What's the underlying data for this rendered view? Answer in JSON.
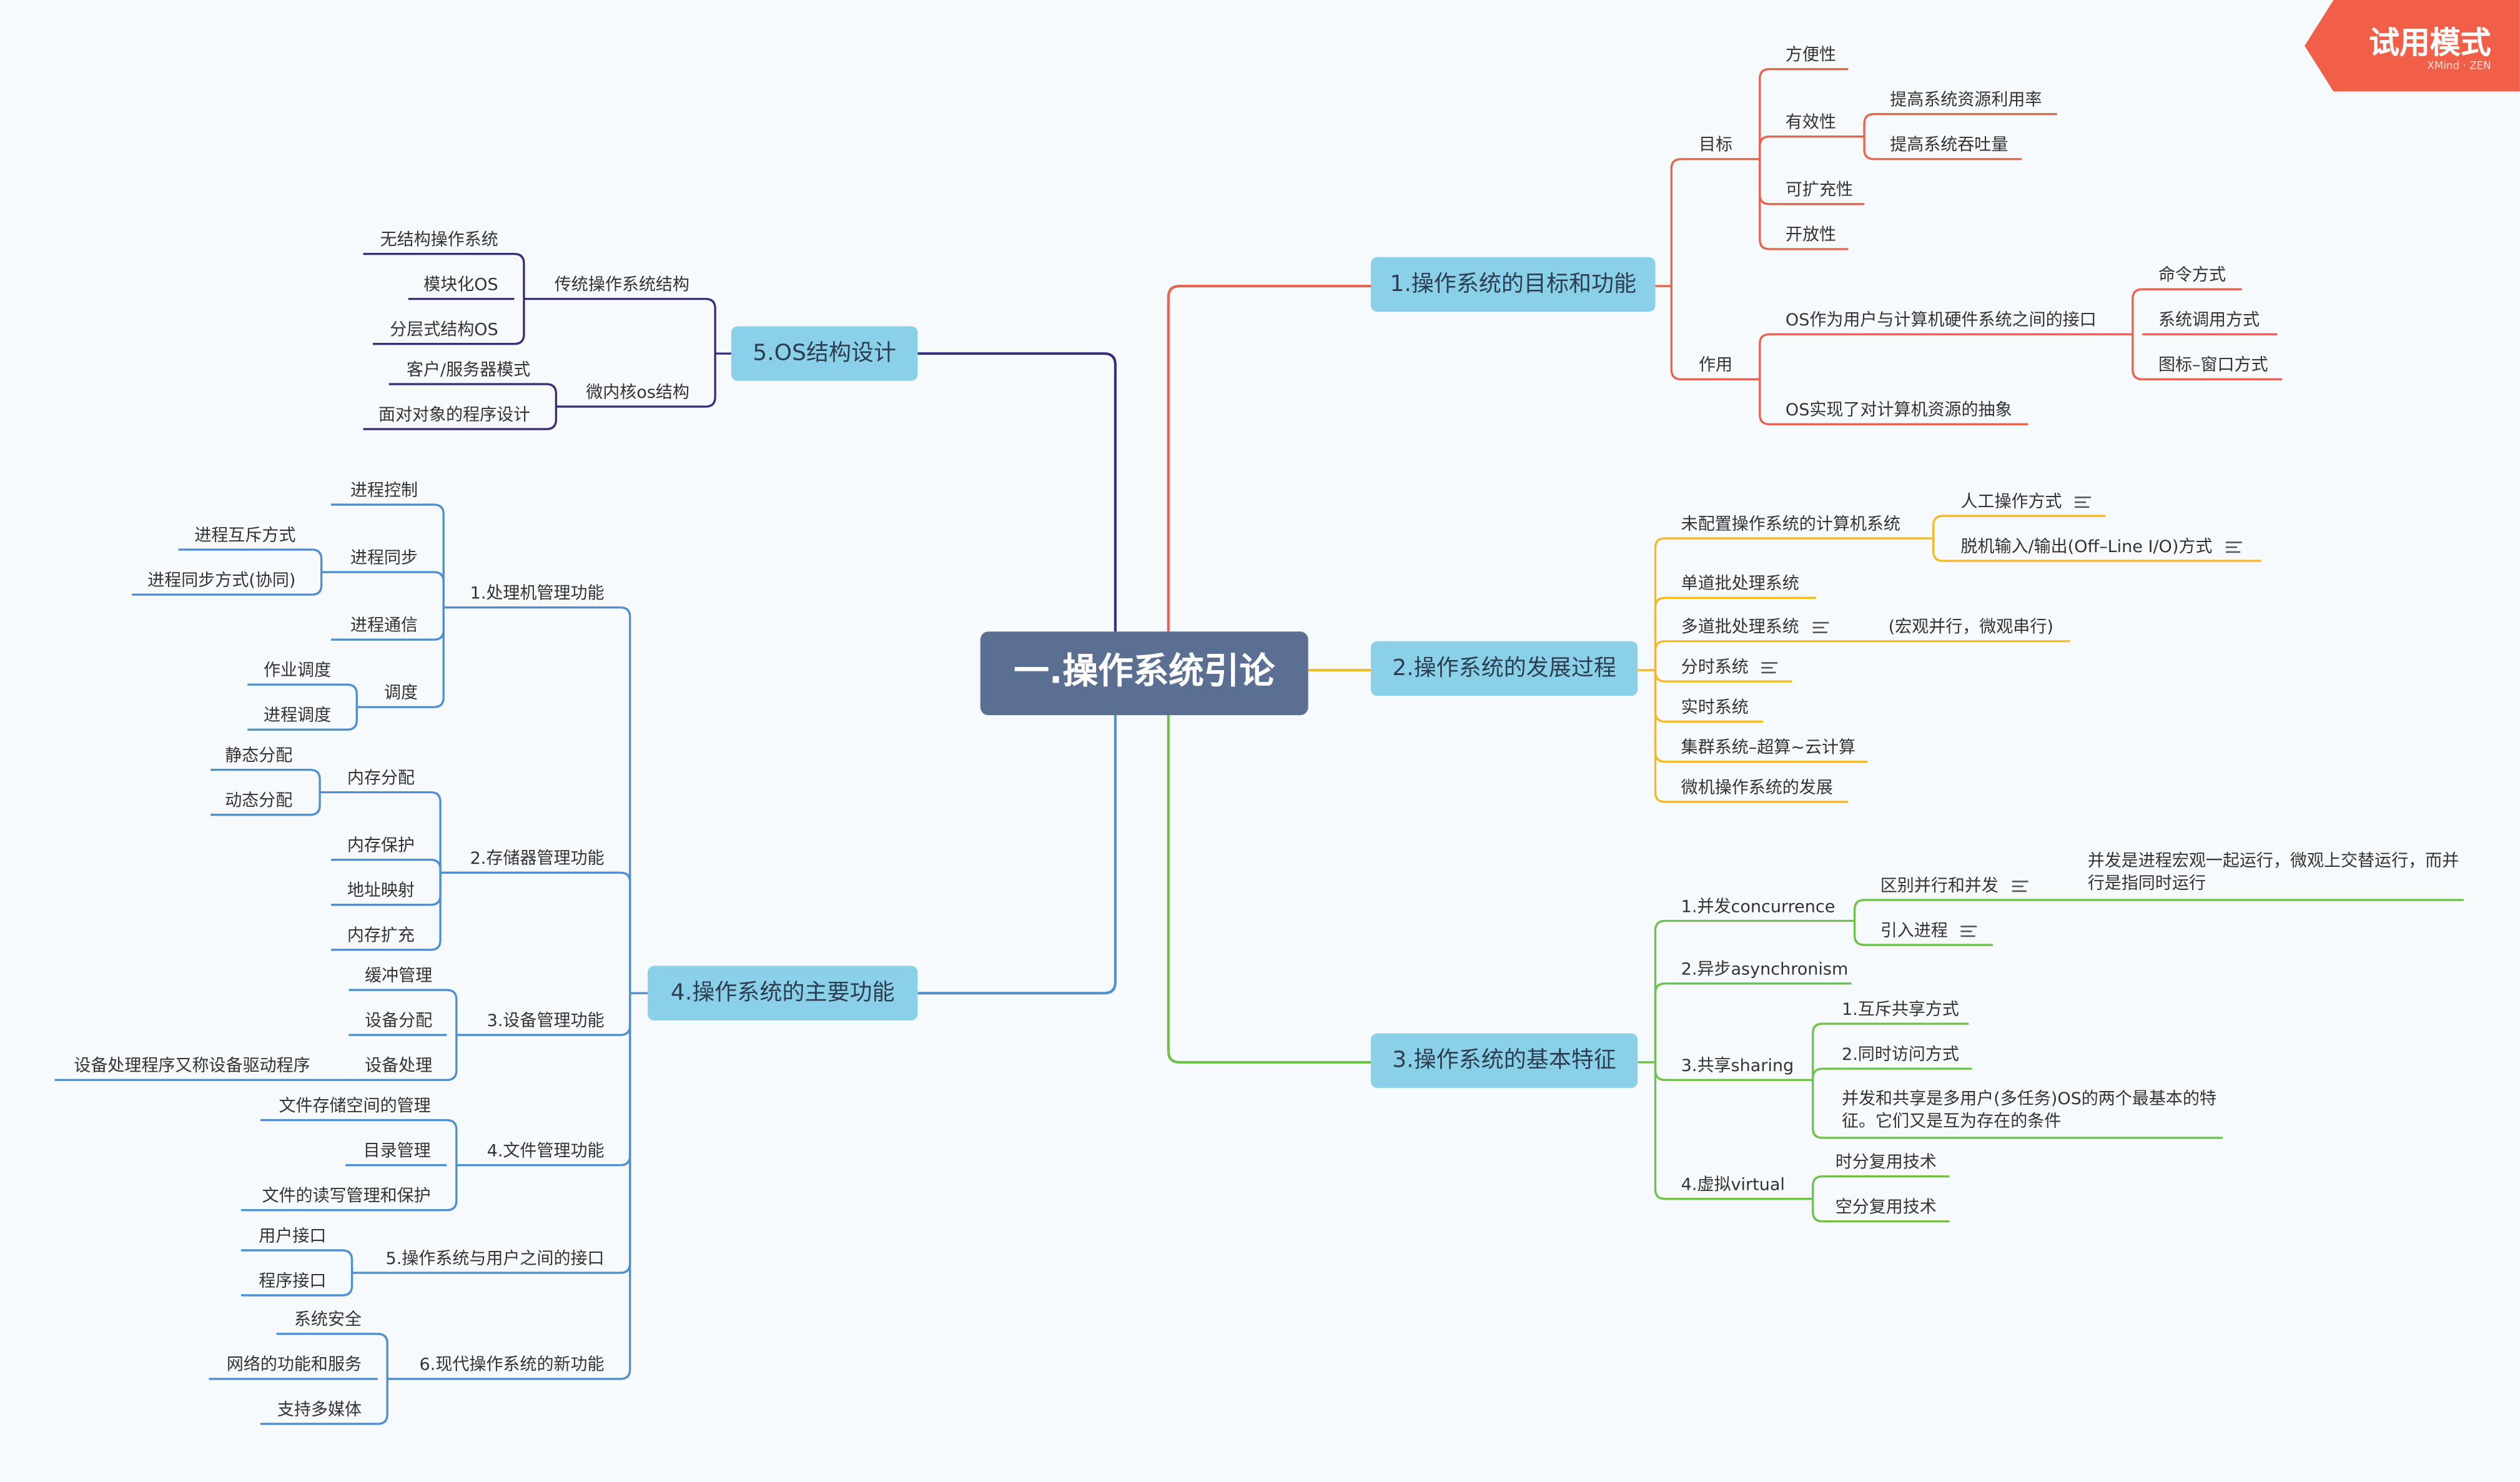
{
  "root": "一.操作系统引论",
  "watermark": {
    "title": "试用模式",
    "brand": "XMind · ZEN"
  },
  "colors": {
    "red": "#e8624f",
    "orange": "#f5b923",
    "green": "#6cc24a",
    "blue": "#4d8fd1",
    "purple": "#3a2d7e",
    "central": "#5a6f92",
    "topic": "#8ad0e8"
  },
  "branches": [
    {
      "label": "1.操作系统的目标和功能",
      "children": [
        {
          "label": "目标",
          "children": [
            {
              "label": "方便性"
            },
            {
              "label": "有效性",
              "children": [
                {
                  "label": "提高系统资源利用率"
                },
                {
                  "label": "提高系统吞吐量"
                }
              ]
            },
            {
              "label": "可扩充性"
            },
            {
              "label": "开放性"
            }
          ]
        },
        {
          "label": "作用",
          "children": [
            {
              "label": "OS作为用户与计算机硬件系统之间的接口",
              "children": [
                {
                  "label": "命令方式"
                },
                {
                  "label": "系统调用方式"
                },
                {
                  "label": "图标–窗口方式"
                }
              ]
            },
            {
              "label": "OS实现了对计算机资源的抽象"
            }
          ]
        }
      ]
    },
    {
      "label": "2.操作系统的发展过程",
      "children": [
        {
          "label": "未配置操作系统的计算机系统",
          "children": [
            {
              "label": "人工操作方式",
              "note": true
            },
            {
              "label": "脱机输入/输出(Off–Line I/O)方式",
              "note": true
            }
          ]
        },
        {
          "label": "单道批处理系统"
        },
        {
          "label": "多道批处理系统",
          "note": true,
          "children": [
            {
              "label": "(宏观并行，微观串行)"
            }
          ]
        },
        {
          "label": "分时系统",
          "note": true
        },
        {
          "label": "实时系统"
        },
        {
          "label": "集群系统–超算~云计算"
        },
        {
          "label": "微机操作系统的发展"
        }
      ]
    },
    {
      "label": "3.操作系统的基本特征",
      "children": [
        {
          "label": "1.并发concurrence",
          "children": [
            {
              "label": "区别并行和并发",
              "note": true,
              "children": [
                {
                  "label": "并发是进程宏观一起运行，微观上交替运行，而并行是指同时运行"
                }
              ]
            },
            {
              "label": "引入进程",
              "note": true
            }
          ]
        },
        {
          "label": "2.异步asynchronism"
        },
        {
          "label": "3.共享sharing",
          "children": [
            {
              "label": "1.互斥共享方式"
            },
            {
              "label": "2.同时访问方式"
            },
            {
              "label": "并发和共享是多用户(多任务)OS的两个最基本的特征。它们又是互为存在的条件"
            }
          ]
        },
        {
          "label": "4.虚拟virtual",
          "children": [
            {
              "label": "时分复用技术"
            },
            {
              "label": "空分复用技术"
            }
          ]
        }
      ]
    },
    {
      "label": "4.操作系统的主要功能",
      "children": [
        {
          "label": "1.处理机管理功能",
          "children": [
            {
              "label": "进程控制"
            },
            {
              "label": "进程同步",
              "children": [
                {
                  "label": "进程互斥方式"
                },
                {
                  "label": "进程同步方式(协同)"
                }
              ]
            },
            {
              "label": "进程通信"
            },
            {
              "label": "调度",
              "children": [
                {
                  "label": "作业调度"
                },
                {
                  "label": "进程调度"
                }
              ]
            }
          ]
        },
        {
          "label": "2.存储器管理功能",
          "children": [
            {
              "label": "内存分配",
              "children": [
                {
                  "label": "静态分配"
                },
                {
                  "label": "动态分配"
                }
              ]
            },
            {
              "label": "内存保护"
            },
            {
              "label": "地址映射"
            },
            {
              "label": "内存扩充"
            }
          ]
        },
        {
          "label": "3.设备管理功能",
          "children": [
            {
              "label": "缓冲管理"
            },
            {
              "label": "设备分配"
            },
            {
              "label": "设备处理",
              "children": [
                {
                  "label": "设备处理程序又称设备驱动程序"
                }
              ]
            }
          ]
        },
        {
          "label": "4.文件管理功能",
          "children": [
            {
              "label": "文件存储空间的管理"
            },
            {
              "label": "目录管理"
            },
            {
              "label": "文件的读写管理和保护"
            }
          ]
        },
        {
          "label": "5.操作系统与用户之间的接口",
          "children": [
            {
              "label": "用户接口"
            },
            {
              "label": "程序接口"
            }
          ]
        },
        {
          "label": "6.现代操作系统的新功能",
          "children": [
            {
              "label": "系统安全"
            },
            {
              "label": "网络的功能和服务"
            },
            {
              "label": "支持多媒体"
            }
          ]
        }
      ]
    },
    {
      "label": "5.OS结构设计",
      "children": [
        {
          "label": "传统操作系统结构",
          "children": [
            {
              "label": "无结构操作系统"
            },
            {
              "label": "模块化OS"
            },
            {
              "label": "分层式结构OS"
            }
          ]
        },
        {
          "label": "微内核os结构",
          "children": [
            {
              "label": "客户/服务器模式"
            },
            {
              "label": "面对对象的程序设计"
            }
          ]
        }
      ]
    }
  ]
}
